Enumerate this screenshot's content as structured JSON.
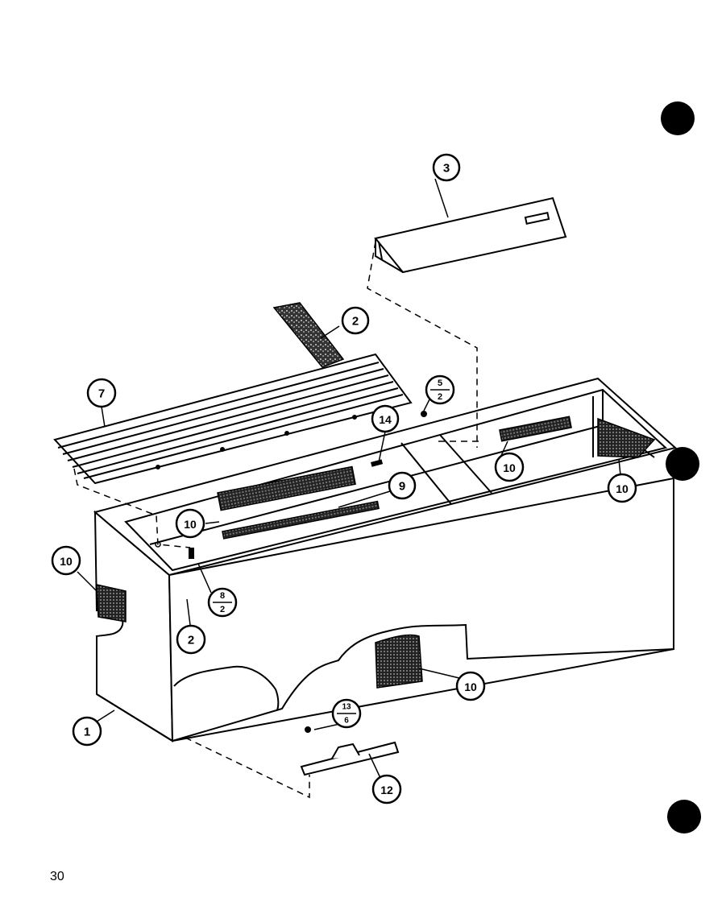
{
  "page_number": "30",
  "callouts": [
    {
      "id": "c3",
      "label": "3"
    },
    {
      "id": "c2a",
      "label": "2"
    },
    {
      "id": "c7",
      "label": "7"
    },
    {
      "id": "c5",
      "top": "5",
      "bottom": "2"
    },
    {
      "id": "c14",
      "label": "14"
    },
    {
      "id": "c9",
      "label": "9"
    },
    {
      "id": "c10a",
      "label": "10"
    },
    {
      "id": "c10b",
      "label": "10"
    },
    {
      "id": "c10c",
      "label": "10"
    },
    {
      "id": "c10d",
      "label": "10"
    },
    {
      "id": "c10e",
      "label": "10"
    },
    {
      "id": "c8",
      "top": "8",
      "bottom": "2"
    },
    {
      "id": "c2b",
      "label": "2"
    },
    {
      "id": "c1",
      "label": "1"
    },
    {
      "id": "c13",
      "top": "13",
      "bottom": "6"
    },
    {
      "id": "c12",
      "label": "12"
    }
  ]
}
